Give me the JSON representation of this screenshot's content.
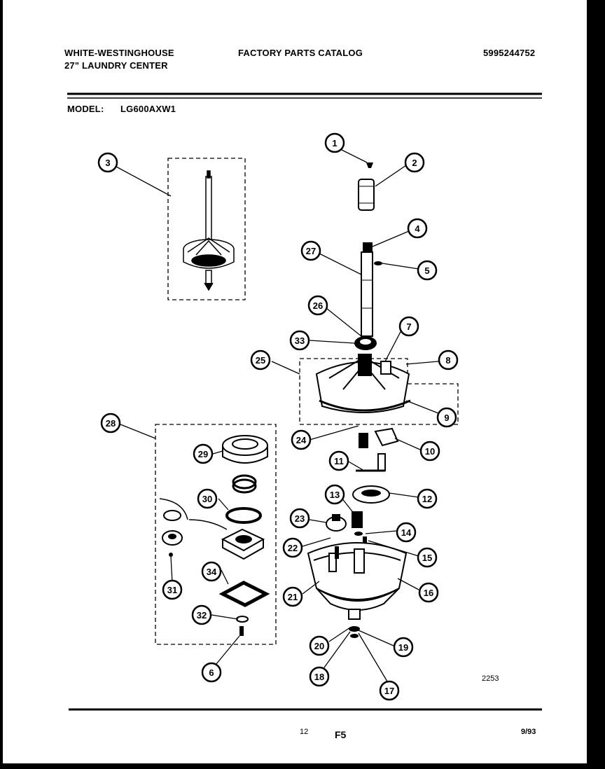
{
  "header": {
    "brand": "WHITE-WESTINGHOUSE",
    "product": "27\" LAUNDRY CENTER",
    "catalog": "FACTORY PARTS CATALOG",
    "catalog_number": "5995244752",
    "model_label": "MODEL:",
    "model_value": "LG600AXW1"
  },
  "callouts": [
    "1",
    "2",
    "3",
    "4",
    "5",
    "6",
    "7",
    "8",
    "9",
    "10",
    "11",
    "12",
    "13",
    "14",
    "15",
    "16",
    "17",
    "18",
    "19",
    "20",
    "21",
    "22",
    "23",
    "24",
    "25",
    "26",
    "27",
    "28",
    "29",
    "30",
    "31",
    "32",
    "33",
    "34"
  ],
  "drawing_number": "2253",
  "footer": {
    "page_number": "12",
    "section": "F5",
    "date": "9/93"
  }
}
